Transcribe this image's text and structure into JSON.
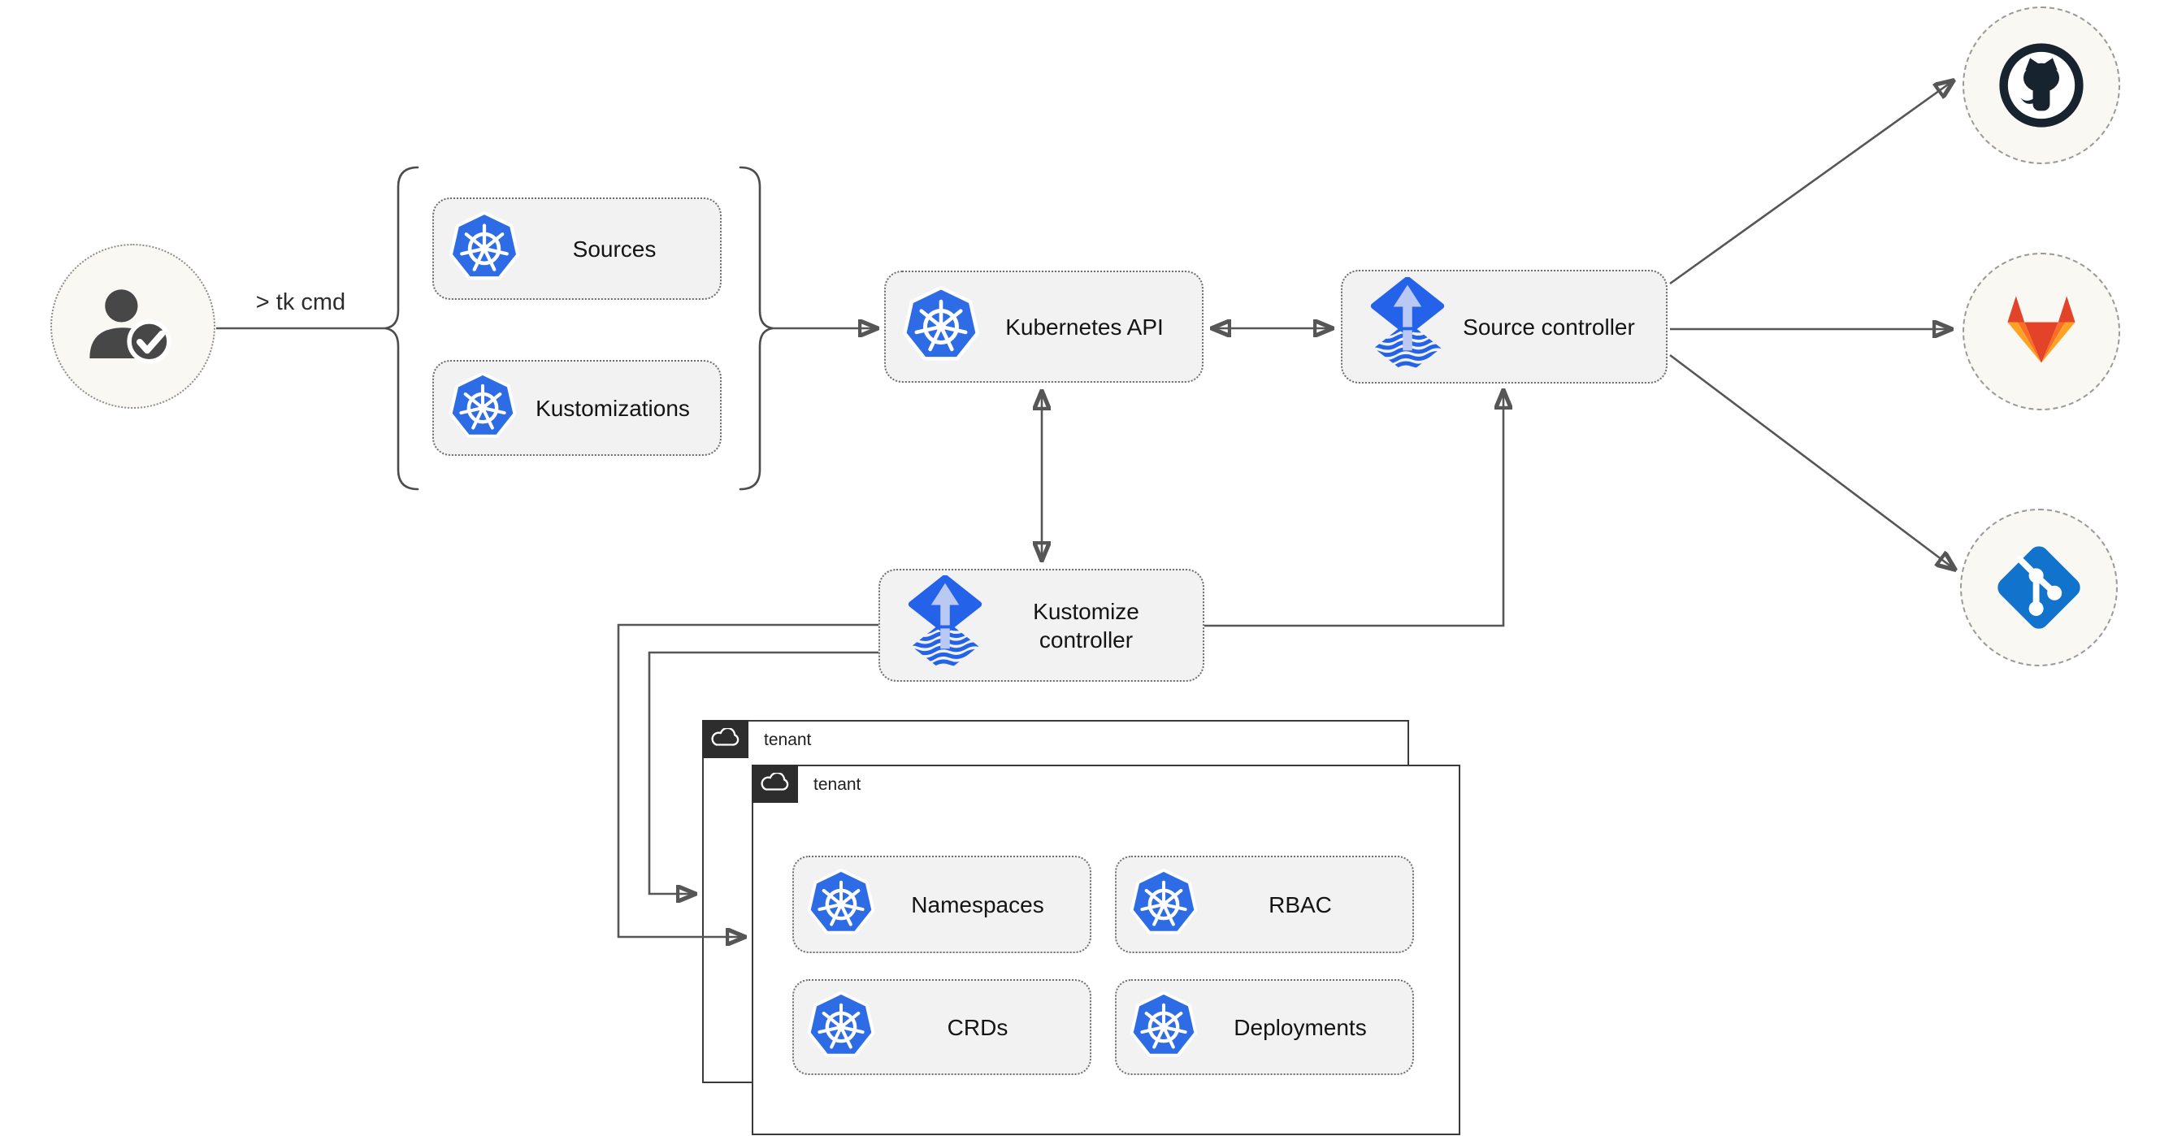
{
  "diagram": {
    "title_hint": "GitOps toolkit architecture diagram",
    "user": {
      "icon": "user-check",
      "command_label": "> tk cmd"
    },
    "crd_group": {
      "sources": {
        "label": "Sources",
        "icon": "kubernetes"
      },
      "kustomizations": {
        "label": "Kustomizations",
        "icon": "kubernetes"
      }
    },
    "kubernetes_api": {
      "label": "Kubernetes API",
      "icon": "kubernetes"
    },
    "source_controller": {
      "label": "Source controller",
      "icon": "flux"
    },
    "kustomize_controller": {
      "label": "Kustomize controller",
      "icon": "flux"
    },
    "git_providers": {
      "github": {
        "icon": "github"
      },
      "gitlab": {
        "icon": "gitlab"
      },
      "git": {
        "icon": "git"
      }
    },
    "tenants": {
      "back": {
        "label": "tenant",
        "icon": "cloud"
      },
      "front": {
        "label": "tenant",
        "icon": "cloud"
      }
    },
    "resources": {
      "namespaces": {
        "label": "Namespaces",
        "icon": "kubernetes"
      },
      "rbac": {
        "label": "RBAC",
        "icon": "kubernetes"
      },
      "crds": {
        "label": "CRDs",
        "icon": "kubernetes"
      },
      "deployments": {
        "label": "Deployments",
        "icon": "kubernetes"
      }
    },
    "colors": {
      "node_fill": "#f2f2f2",
      "line": "#565656",
      "kubernetes_blue": "#2e6ce6",
      "flux_blue": "#2463e9",
      "flux_arrow_light": "#b9c9f3",
      "github_dark": "#17232e",
      "gitlab_red": "#e24329",
      "gitlab_orange": "#fc6d26",
      "gitlab_amber": "#fca326",
      "git_blue": "#1173cb",
      "tenant_tab": "#2d2d2d",
      "circle_fill": "#faf8f3"
    }
  }
}
